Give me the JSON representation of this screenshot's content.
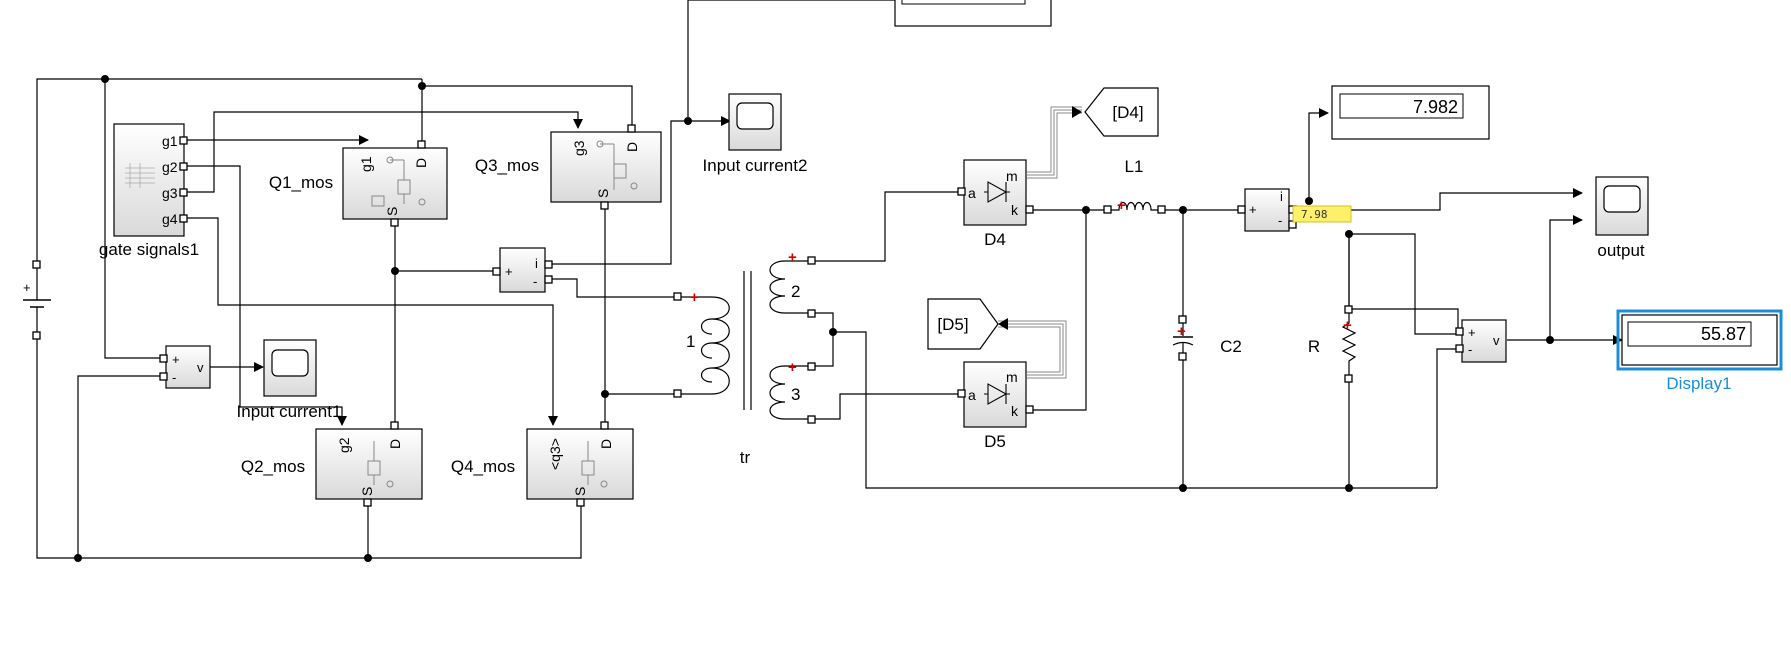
{
  "blocks": {
    "gate_signals": {
      "name": "gate signals1",
      "ports": [
        "g1",
        "g2",
        "g3",
        "g4"
      ]
    },
    "q1": {
      "name": "Q1_mos",
      "gate": "g1",
      "drain": "D",
      "source": "S"
    },
    "q2": {
      "name": "Q2_mos",
      "gate": "g2",
      "drain": "D",
      "source": "S"
    },
    "q3": {
      "name": "Q3_mos",
      "gate": "g3",
      "drain": "D",
      "source": "S"
    },
    "q4": {
      "name": "Q4_mos",
      "gate": "<q3>",
      "drain": "D",
      "source": "S"
    },
    "current_meas_1": {
      "plus": "+",
      "minus": "-",
      "port": "i"
    },
    "current_meas_2": {
      "plus": "+",
      "minus": "-",
      "port": "i"
    },
    "voltage_meas_1": {
      "plus": "+",
      "minus": "-",
      "port": "v"
    },
    "voltage_meas_2": {
      "plus": "+",
      "minus": "-",
      "port": "v"
    },
    "scope_input_current1": {
      "name": "Input current1"
    },
    "scope_input_current2": {
      "name": "Input current2"
    },
    "scope_output": {
      "name": "output"
    },
    "transformer": {
      "name": "tr",
      "w1": "1",
      "w2": "2",
      "w3": "3"
    },
    "d4": {
      "name": "D4",
      "anode": "a",
      "cathode": "k",
      "meas": "m"
    },
    "d5": {
      "name": "D5",
      "anode": "a",
      "cathode": "k",
      "meas": "m"
    },
    "goto_d4": {
      "tag": "[D4]"
    },
    "goto_d5": {
      "tag": "[D5]"
    },
    "l1": {
      "name": "L1"
    },
    "c2": {
      "name": "C2"
    },
    "r": {
      "name": "R"
    },
    "display_current": {
      "value": "7.982"
    },
    "display1": {
      "name": "Display1",
      "value": "55.87"
    },
    "value_hint": {
      "text": "7.98"
    },
    "dc_source": {
      "plus": "+"
    }
  },
  "colors": {
    "selection": "#1a8fd8",
    "value_hint_bg": "#fff06a",
    "polarity_marker": "#d40000"
  }
}
